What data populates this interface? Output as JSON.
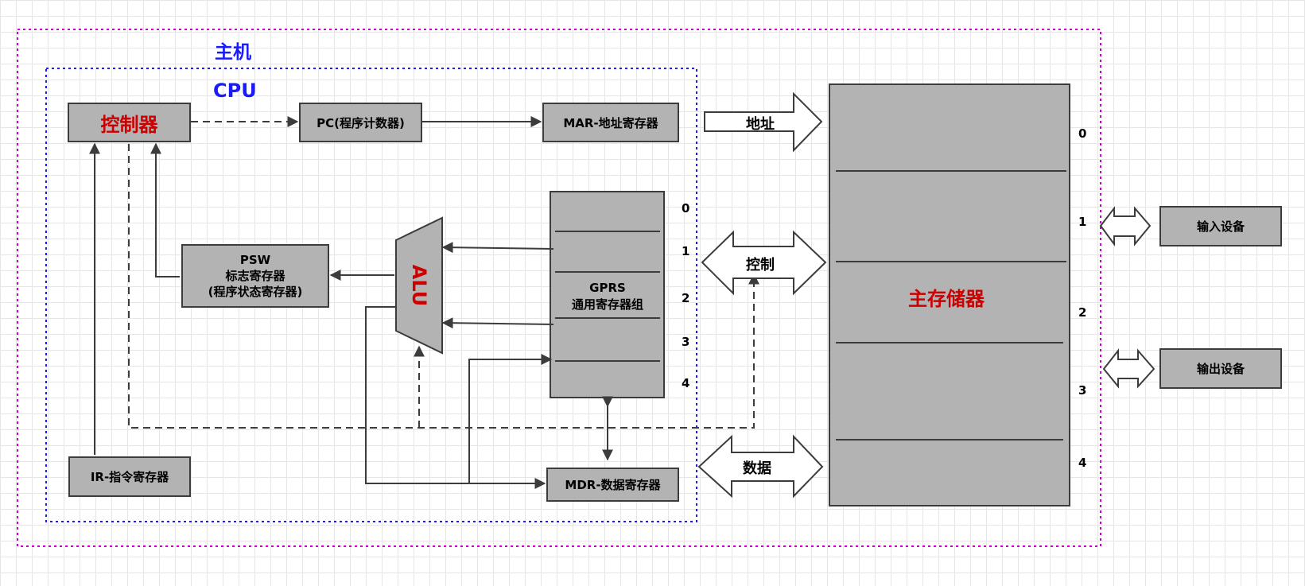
{
  "host_label": "主机",
  "cpu_label": "CPU",
  "controller": "控制器",
  "pc": "PC(程序计数器)",
  "mar": "MAR-地址寄存器",
  "psw": {
    "line1": "PSW",
    "line2": "标志寄存器",
    "line3": "(程序状态寄存器)"
  },
  "alu": "ALU",
  "gprs": {
    "line1": "GPRS",
    "line2": "通用寄存器组"
  },
  "gprs_rows": [
    "0",
    "1",
    "2",
    "3",
    "4"
  ],
  "ir": "IR-指令寄存器",
  "mdr": "MDR-数据寄存器",
  "bus": {
    "address": "地址",
    "control": "控制",
    "data": "数据"
  },
  "memory": {
    "title": "主存储器",
    "rows": [
      "0",
      "1",
      "2",
      "3",
      "4"
    ]
  },
  "input_device": "输入设备",
  "output_device": "输出设备",
  "colors": {
    "host_border": "#cc00cc",
    "cpu_border": "#1a1aff",
    "accent_red": "#cc0000",
    "box_fill": "#b3b3b3"
  }
}
